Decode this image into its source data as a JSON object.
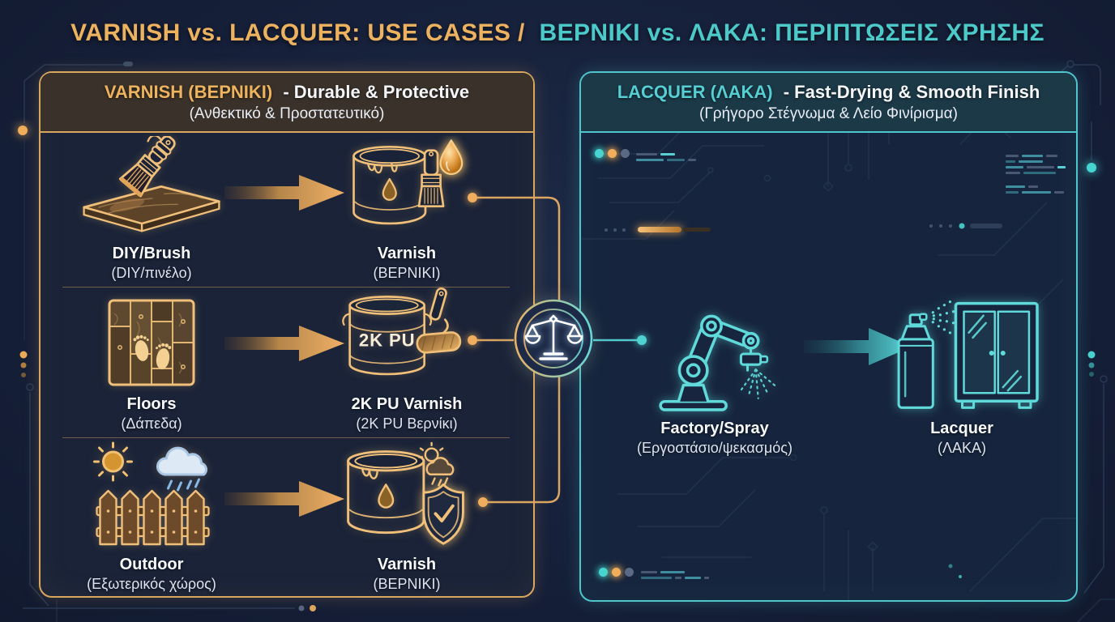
{
  "title": {
    "left": "VARNISH vs. LACQUER: USE CASES /",
    "right": "ΒΕΡΝΙΚΙ vs. ΛΑΚΑ: ΠΕΡΙΠΤΩΣΕΙΣ ΧΡΗΣΗΣ"
  },
  "colors": {
    "accent_gold": "#ecb25f",
    "accent_teal": "#4cc9c9",
    "panel_left_bg": "#1a2338",
    "panel_right_bg": "#16253d",
    "header_left_bg": "#3a322a",
    "header_right_bg": "#1c3947"
  },
  "left_panel": {
    "header": {
      "brand": "VARNISH (ΒΕΡΝΙΚΙ)",
      "rest": "- Durable & Protective",
      "subtitle": "(Ανθεκτικό & Προστατευτικό)"
    },
    "rows": [
      {
        "source": {
          "label": "DIY/Brush",
          "sublabel": "(DIY/πινέλο)",
          "icon": "hand-brush-wood-icon"
        },
        "result": {
          "label": "Varnish",
          "sublabel": "(ΒΕΡΝΙΚΙ)",
          "icon": "varnish-can-brush-droplet-icon"
        }
      },
      {
        "source": {
          "label": "Floors",
          "sublabel": "(Δάπεδα)",
          "icon": "wood-floor-footprints-icon"
        },
        "result": {
          "label": "2K PU Varnish",
          "sublabel": "(2K PU Βερνίκι)",
          "icon": "2k-pu-can-roller-icon",
          "can_text": "2K PU"
        }
      },
      {
        "source": {
          "label": "Outdoor",
          "sublabel": "(Εξωτερικός χώρος)",
          "icon": "sun-rain-fence-icon"
        },
        "result": {
          "label": "Varnish",
          "sublabel": "(ΒΕΡΝΙΚΙ)",
          "icon": "varnish-can-shield-weather-icon"
        }
      }
    ]
  },
  "right_panel": {
    "header": {
      "brand": "LACQUER (ΛΑΚΑ)",
      "rest": "- Fast-Drying & Smooth Finish",
      "subtitle": "(Γρήγορο Στέγνωμα & Λείο Φινίρισμα)"
    },
    "rows": [
      {
        "source": {
          "label": "Factory/Spray",
          "sublabel": "(Εργοστάσιο/ψεκασμός)",
          "icon": "robot-spray-arm-icon"
        },
        "result": {
          "label": "Lacquer",
          "sublabel": "(ΛΑΚΑ)",
          "icon": "spray-can-cabinet-icon"
        }
      }
    ]
  },
  "center": {
    "icon": "balance-scale-icon"
  }
}
